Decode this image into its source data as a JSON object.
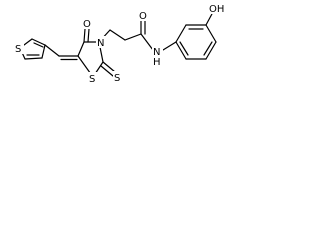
{
  "molecule": {
    "atom_labels": {
      "thiophene_s": "S",
      "ketone_o": "O",
      "ring_n": "N",
      "ring_s": "S",
      "thione_s": "S",
      "amide_o": "O",
      "amide_nh": "N",
      "amide_h": "H",
      "hydroxyl": "OH"
    }
  }
}
